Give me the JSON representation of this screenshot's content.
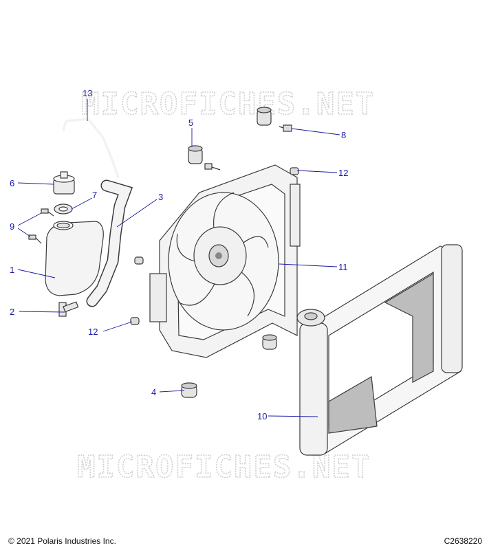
{
  "watermark": "MICROFICHES.NET",
  "callouts": {
    "c1": "1",
    "c2": "2",
    "c3": "3",
    "c4": "4",
    "c5": "5",
    "c6": "6",
    "c7": "7",
    "c8": "8",
    "c9": "9",
    "c10": "10",
    "c11": "11",
    "c12a": "12",
    "c12b": "12",
    "c13": "13"
  },
  "footer": {
    "copyright": "© 2021 Polaris Industries Inc.",
    "drawing_number": "C2638220"
  },
  "colors": {
    "callout": "#1a1aa6",
    "line_art": "#3a3a3a",
    "watermark": "#cfcfcf"
  }
}
